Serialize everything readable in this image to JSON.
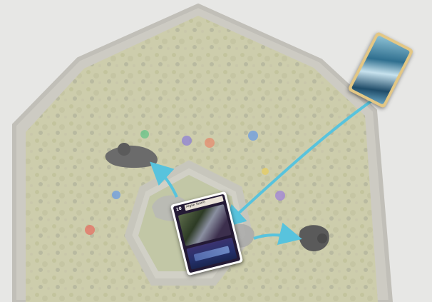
{
  "board": {
    "shape": "hexagon",
    "terrain": "grassland",
    "background_color": "#e7e7e5",
    "arrow_color": "#58c3dd"
  },
  "cards": {
    "hand_card": {
      "icon": "card-back-blue-art"
    },
    "played_card": {
      "cost": "10",
      "name": "Algae Storm"
    }
  },
  "units": [
    {
      "name": "unit-left",
      "icon": "creature-silhouette",
      "color": "#6b6b6b"
    },
    {
      "name": "unit-right",
      "icon": "creature-silhouette",
      "color": "#5a5a5a"
    },
    {
      "name": "unit-ghost-origin",
      "icon": "creature-silhouette-faded",
      "color": "#b8b8b8"
    },
    {
      "name": "unit-ghost-target",
      "icon": "creature-silhouette-faded",
      "color": "#a8a8a8"
    }
  ]
}
